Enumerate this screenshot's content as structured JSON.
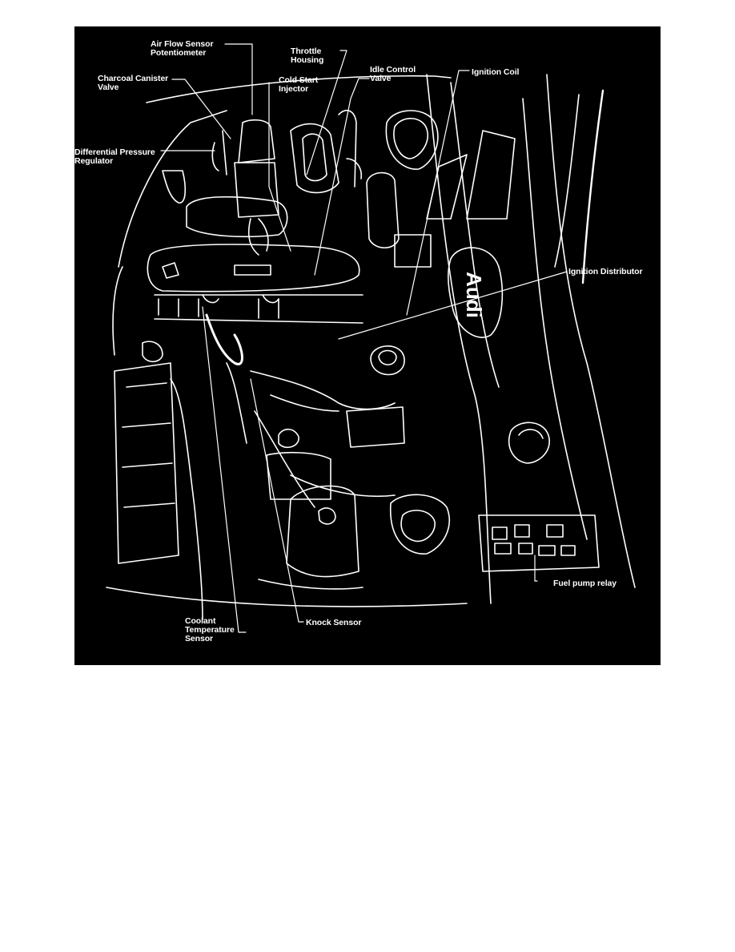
{
  "diagram": {
    "colors": {
      "background": "#000000",
      "line": "#ffffff",
      "page": "#ffffff"
    },
    "brand_badge": "Audi",
    "labels": {
      "air_flow_sensor": "Air Flow Sensor\nPotentiometer",
      "charcoal_canister": "Charcoal Canister\nValve",
      "throttle_housing": "Throttle\nHousing",
      "cold_start_injector": "Cold Start\nInjector",
      "idle_control_valve": "Idle Control\nValve",
      "ignition_coil": "Ignition Coil",
      "differential_pressure_regulator": "Differential Pressure\nRegulator",
      "ignition_distributor": "Ignition Distributor",
      "fuel_pump_relay": "Fuel pump relay",
      "coolant_temperature_sensor": "Coolant\nTemperature\nSensor",
      "knock_sensor": "Knock Sensor"
    }
  }
}
